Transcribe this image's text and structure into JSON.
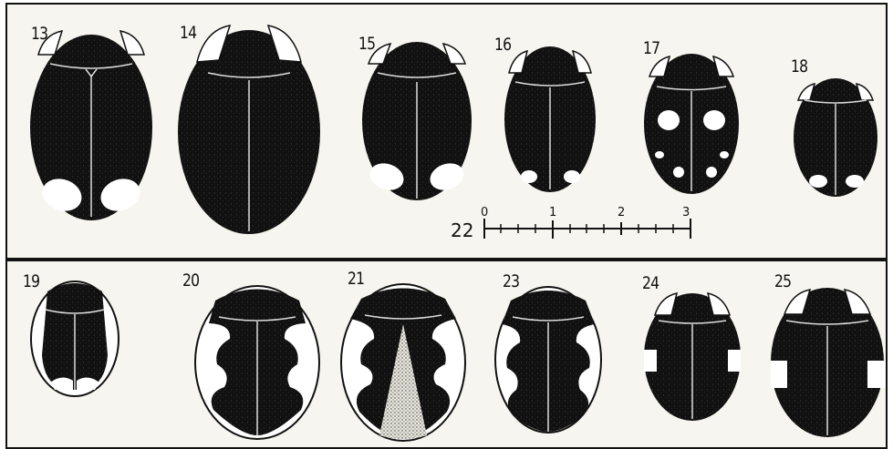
{
  "figures": [
    {
      "id": "13",
      "label": "13"
    },
    {
      "id": "14",
      "label": "14"
    },
    {
      "id": "15",
      "label": "15"
    },
    {
      "id": "16",
      "label": "16"
    },
    {
      "id": "17",
      "label": "17"
    },
    {
      "id": "18",
      "label": "18"
    },
    {
      "id": "19",
      "label": "19"
    },
    {
      "id": "20",
      "label": "20"
    },
    {
      "id": "21",
      "label": "21"
    },
    {
      "id": "23",
      "label": "23"
    },
    {
      "id": "24",
      "label": "24"
    },
    {
      "id": "25",
      "label": "25"
    }
  ],
  "scale_bar": {
    "figure_number": "22",
    "ticks": [
      "0",
      "1",
      "2",
      "3"
    ]
  },
  "colors": {
    "ink": "#111111",
    "paper": "#f6f5ef",
    "spot": "#ffffff"
  }
}
